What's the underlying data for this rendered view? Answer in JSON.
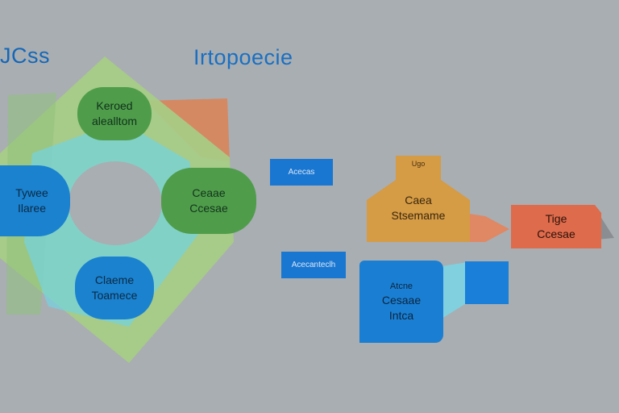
{
  "titles": {
    "left": "JCss",
    "right": "Irtopoecie"
  },
  "cycle": {
    "top": [
      "Keroed",
      "alealltom"
    ],
    "right": [
      "Ceaae",
      "Ccesae"
    ],
    "bottom": [
      "Claeme",
      "Toamece"
    ],
    "left": [
      "Tywee",
      "Ilaree"
    ]
  },
  "tags": {
    "upper": "Acecas",
    "lower": "Acecanteclh"
  },
  "flow": {
    "orange": {
      "caption": "Ugo",
      "lines": [
        "Caea",
        "Stsemame"
      ]
    },
    "red": {
      "lines": [
        "Tige",
        "Ccesae"
      ]
    },
    "blue": {
      "lines": [
        "Atcne",
        "Cesaae",
        "Intca"
      ]
    }
  },
  "colors": {
    "background": "#a9aeb2",
    "green": "#4f9d4b",
    "blue": "#1a82cf",
    "orange": "#d59b45",
    "red": "#dd6b4c",
    "lightgreen": "#9bc67c",
    "cyan": "#6fd5e8"
  }
}
